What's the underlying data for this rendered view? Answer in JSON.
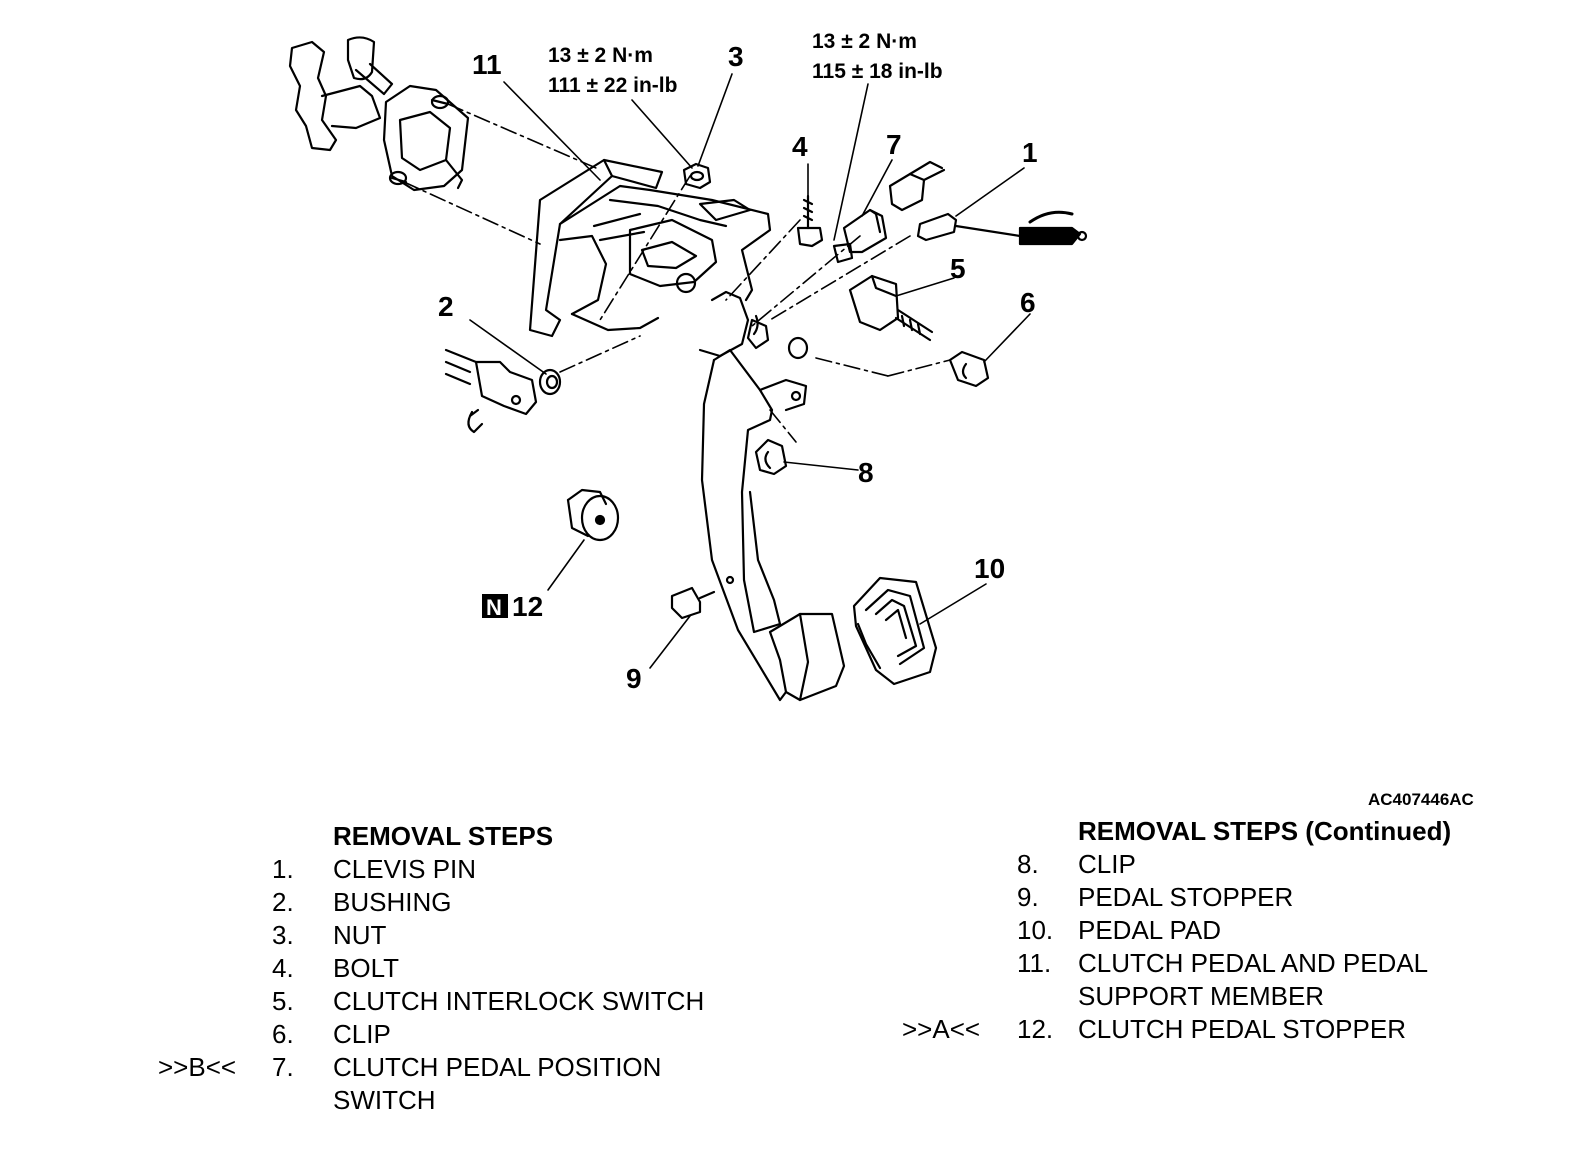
{
  "diagram": {
    "torque_a": {
      "line1": "13 ± 2 N·m",
      "line2": "111 ± 22 in-lb"
    },
    "torque_b": {
      "line1": "13 ± 2 N·m",
      "line2": "115 ± 18 in-lb"
    },
    "callouts": [
      "1",
      "2",
      "3",
      "4",
      "5",
      "6",
      "7",
      "8",
      "9",
      "10",
      "11",
      "12"
    ],
    "new_part_mark": "N",
    "reference_code": "AC407446AC"
  },
  "removal_steps": {
    "title": "REMOVAL STEPS",
    "items": [
      {
        "num": "1.",
        "label": "CLEVIS PIN",
        "mark": ""
      },
      {
        "num": "2.",
        "label": "BUSHING",
        "mark": ""
      },
      {
        "num": "3.",
        "label": "NUT",
        "mark": ""
      },
      {
        "num": "4.",
        "label": "BOLT",
        "mark": ""
      },
      {
        "num": "5.",
        "label": "CLUTCH INTERLOCK SWITCH",
        "mark": ""
      },
      {
        "num": "6.",
        "label": "CLIP",
        "mark": ""
      },
      {
        "num": "7.",
        "label": "CLUTCH PEDAL POSITION",
        "label2": "SWITCH",
        "mark": ">>B<<"
      }
    ]
  },
  "removal_steps_continued": {
    "title": "REMOVAL STEPS (Continued)",
    "items": [
      {
        "num": "8.",
        "label": "CLIP",
        "mark": ""
      },
      {
        "num": "9.",
        "label": "PEDAL STOPPER",
        "mark": ""
      },
      {
        "num": "10.",
        "label": "PEDAL PAD",
        "mark": ""
      },
      {
        "num": "11.",
        "label": "CLUTCH PEDAL AND PEDAL",
        "label2": "SUPPORT MEMBER",
        "mark": ""
      },
      {
        "num": "12.",
        "label": "CLUTCH PEDAL STOPPER",
        "mark": ">>A<<"
      }
    ]
  }
}
